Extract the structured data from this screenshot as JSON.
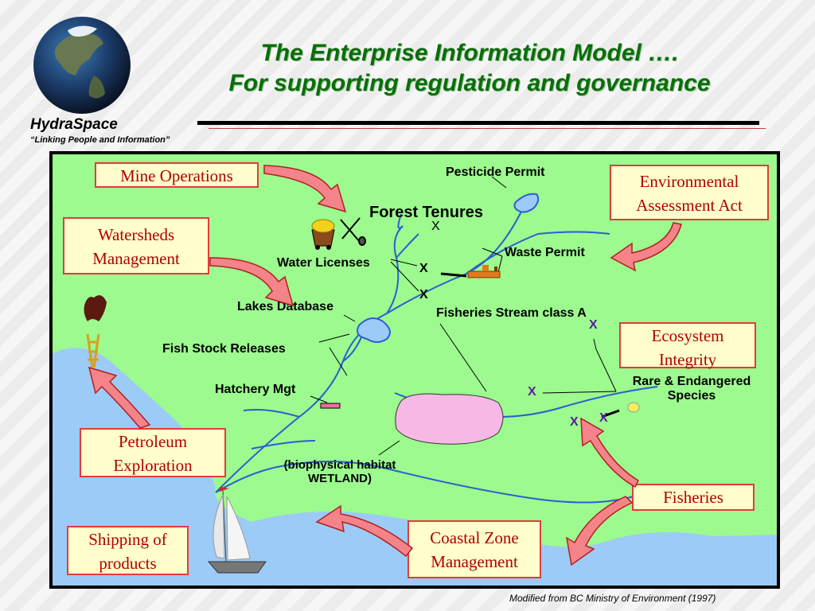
{
  "header": {
    "title_line1": "The Enterprise Information Model ….",
    "title_line2": "For supporting regulation and governance",
    "brand": "HydraSpace",
    "tagline": "“Linking People and Information”"
  },
  "boxes": {
    "mine_operations": "Mine Operations",
    "watersheds_1": "Watersheds",
    "watersheds_2": "Management",
    "petroleum_1": "Petroleum",
    "petroleum_2": "Exploration",
    "shipping_1": "Shipping of",
    "shipping_2": "products",
    "coastal_1": "Coastal Zone",
    "coastal_2": "Management",
    "fisheries": "Fisheries",
    "ecosystem_1": "Ecosystem",
    "ecosystem_2": "Integrity",
    "env_1": "Environmental",
    "env_2": "Assessment Act"
  },
  "labels": {
    "pesticide_permit": "Pesticide Permit",
    "forest_tenures": "Forest Tenures",
    "water_licenses": "Water Licenses",
    "waste_permit": "Waste Permit",
    "lakes_database": "Lakes Database",
    "fisheries_stream": "Fisheries Stream class A",
    "fish_stock": "Fish Stock Releases",
    "hatchery": "Hatchery Mgt",
    "rare_1": "Rare & Endangered",
    "rare_2": "Species",
    "wetland_1": "(biophysical habitat",
    "wetland_2": "WETLAND)"
  },
  "markers": {
    "x": "X"
  },
  "footer": {
    "credit": "Modified from BC Ministry of Environment (1997)"
  },
  "colors": {
    "title": "#0a6e0a",
    "map_land": "#9cfa8e",
    "water": "#9ccbf7",
    "box_fill": "#fffecc",
    "box_border": "#e33b3b",
    "box_text": "#b00000",
    "arrow_fill": "#f5848a",
    "river": "#2a5fd0",
    "wetland": "#f6b8e4",
    "marker": "#5a1fa0"
  },
  "icons": [
    "globe-icon",
    "mine-cart-icon",
    "pick-shovel-icon",
    "oil-derrick-icon",
    "sailboat-icon",
    "sawmill-icon",
    "species-dot-icon",
    "hatchery-icon"
  ]
}
